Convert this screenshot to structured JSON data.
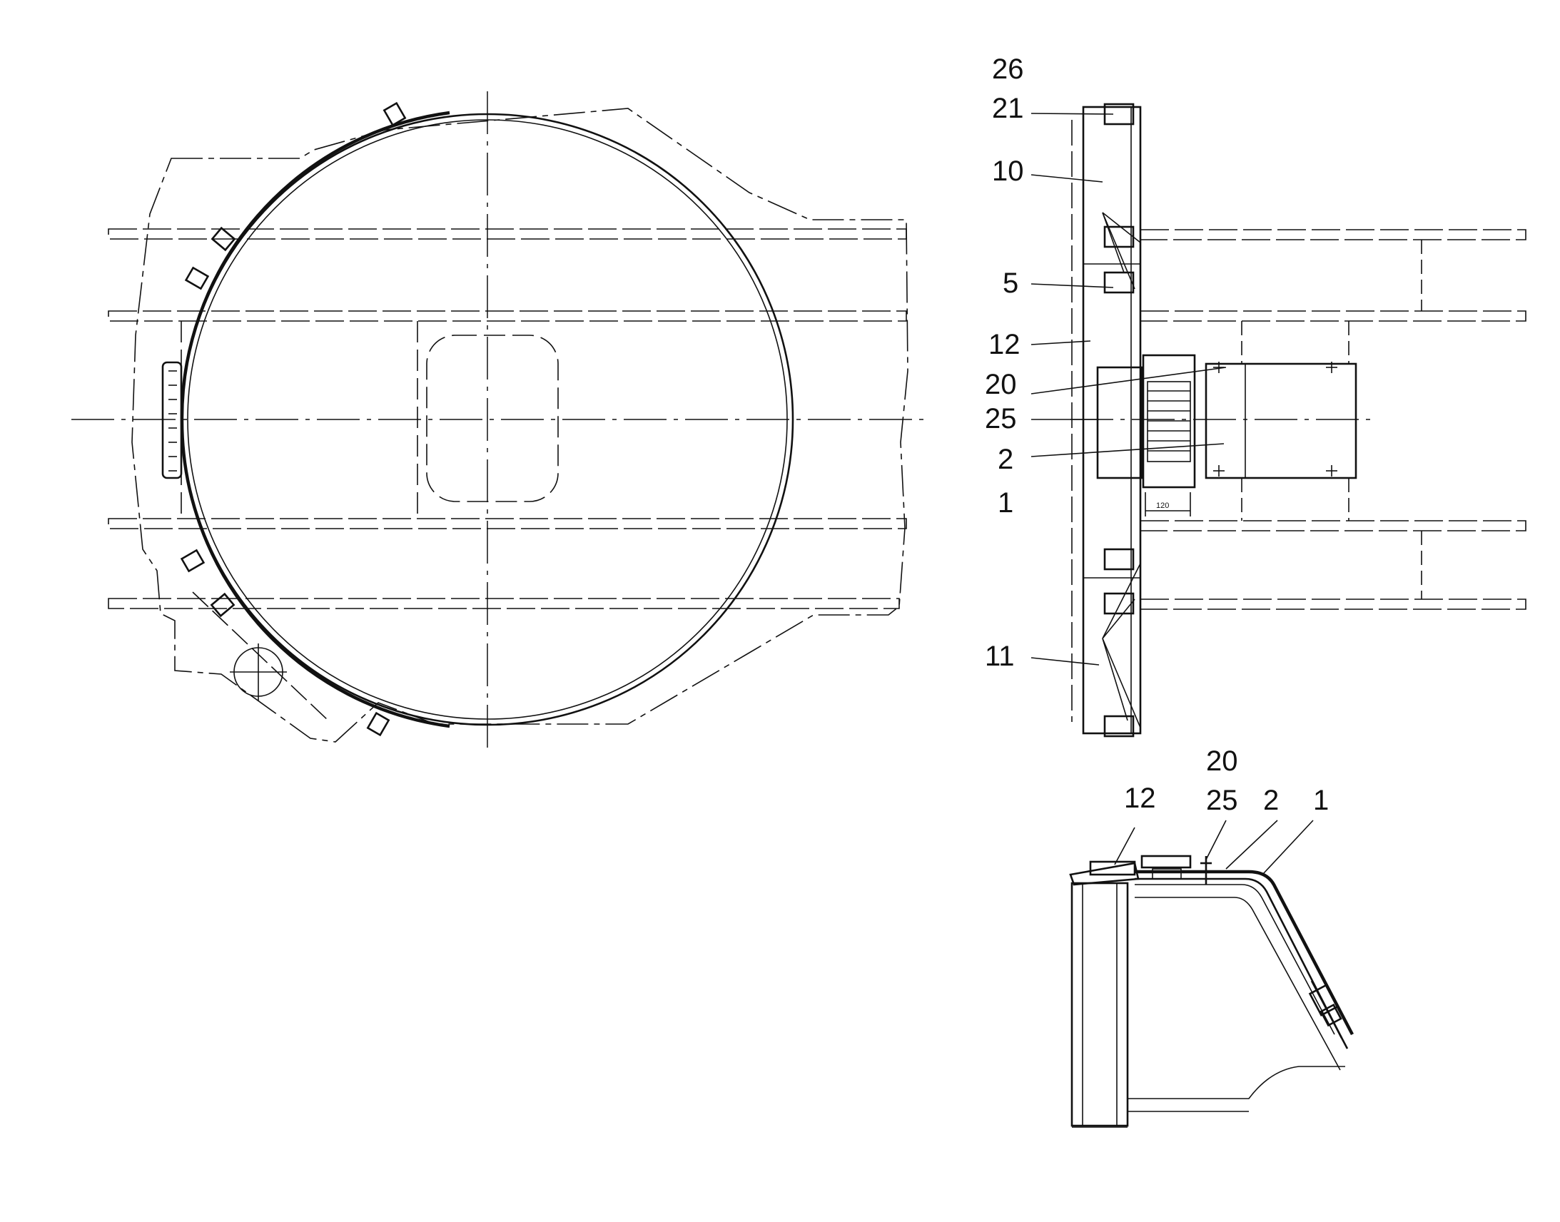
{
  "drawing": {
    "colors": {
      "ink": "#111111",
      "background": "#ffffff"
    },
    "side_view_labels": {
      "l26": "26",
      "l21": "21",
      "l10": "10",
      "l5": "5",
      "l12": "12",
      "l20": "20",
      "l25": "25",
      "l2": "2",
      "l1": "1",
      "l11": "11"
    },
    "dimension_text": "120",
    "section_view_labels": {
      "l20": "20",
      "l12": "12",
      "l25": "25",
      "l2": "2",
      "l1": "1"
    }
  }
}
